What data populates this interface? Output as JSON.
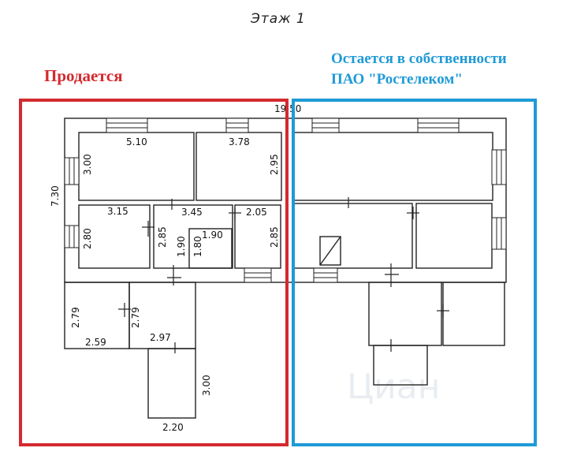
{
  "title": "Этаж 1",
  "zones": {
    "sale_label": "Продается",
    "keep_label_line1": "Остается в собственности",
    "keep_label_line2": "ПАО \"Ростелеком\""
  },
  "colors": {
    "sale": "#d32a2f",
    "keep": "#1e9ad6",
    "wall": "#222222"
  },
  "dimensions": {
    "total_width": "19.50",
    "total_height": "7.30",
    "d_5_10": "5.10",
    "d_3_78": "3.78",
    "d_3_00": "3.00",
    "d_2_95": "2.95",
    "d_3_15": "3.15",
    "d_3_45": "3.45",
    "d_2_05": "2.05",
    "d_2_80": "2.80",
    "d_2_85_a": "2.85",
    "d_1_90_a": "1.90",
    "d_1_90_b": "1.90",
    "d_1_80": "1.80",
    "d_2_85_b": "2.85",
    "d_2_79_a": "2.79",
    "d_2_79_b": "2.79",
    "d_2_59": "2.59",
    "d_2_97": "2.97",
    "d_3_00_b": "3.00",
    "d_2_20": "2.20"
  },
  "watermark": "Циан"
}
